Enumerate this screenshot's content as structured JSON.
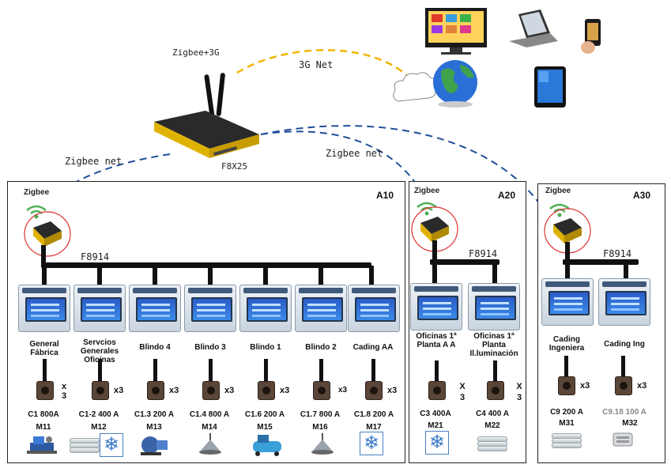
{
  "router": {
    "top_label": "Zigbee+3G",
    "model": "F8X25"
  },
  "links": {
    "net3g": "3G Net",
    "zigbee_left": "Zigbee net",
    "zigbee_right": "Zigbee net"
  },
  "panels": [
    {
      "id": "A10",
      "zigbee_label": "Zigbee",
      "bus_label": "F8914",
      "meters": [
        {
          "name": "General Fábrica",
          "x": "x\n3",
          "breaker": "C1 800A",
          "meter_id": "M11",
          "load": "machine-icon"
        },
        {
          "name": "Servcios Generales Oficinas",
          "x": "x3",
          "breaker": "C1-2 400 A",
          "meter_id": "M12",
          "load": "pipes-snowflake-icon"
        },
        {
          "name": "Blindo 4",
          "x": "x3",
          "breaker": "C1.3 200 A",
          "meter_id": "M13",
          "load": "pump-icon"
        },
        {
          "name": "Blindo 3",
          "x": "x3",
          "breaker": "C1.4 800 A",
          "meter_id": "M14",
          "load": "lamp-icon"
        },
        {
          "name": "Blindo 1",
          "x": "x3",
          "breaker": "C1.6 200 A",
          "meter_id": "M15",
          "load": "compressor-icon"
        },
        {
          "name": "Blindo 2",
          "x": "x3",
          "breaker": "C1.7 800 A",
          "meter_id": "M16",
          "load": "lamp-icon"
        },
        {
          "name": "Cading AA",
          "x": "x3",
          "breaker": "C1.8 200 A",
          "meter_id": "M17",
          "load": "snowflake-icon"
        }
      ]
    },
    {
      "id": "A20",
      "zigbee_label": "Zigbee",
      "bus_label": "F8914",
      "meters": [
        {
          "name": "Oficinas 1ª Planta A A",
          "x": "X\n3",
          "breaker": "C3 400A",
          "meter_id": "M21",
          "load": "snowflake-icon"
        },
        {
          "name": "Oficinas 1ª Planta Il.luminación",
          "x": "X\n3",
          "breaker": "C4 400 A",
          "meter_id": "M22",
          "load": "pipes-icon"
        }
      ]
    },
    {
      "id": "A30",
      "zigbee_label": "Zigbee",
      "bus_label": "F8914",
      "meters": [
        {
          "name": "Cading Ingeniera",
          "x": "x3",
          "breaker": "C9 200 A",
          "meter_id": "M31",
          "load": "pipes-icon"
        },
        {
          "name": "Cading Ing",
          "x": "x3",
          "breaker": "C9.18 100 A",
          "meter_id": "M32",
          "load": "heater-icon"
        }
      ]
    }
  ],
  "devices": [
    "monitor-icon",
    "laptop-icon",
    "phone-icon",
    "globe-icon",
    "tablet-icon",
    "cloud-icon"
  ]
}
